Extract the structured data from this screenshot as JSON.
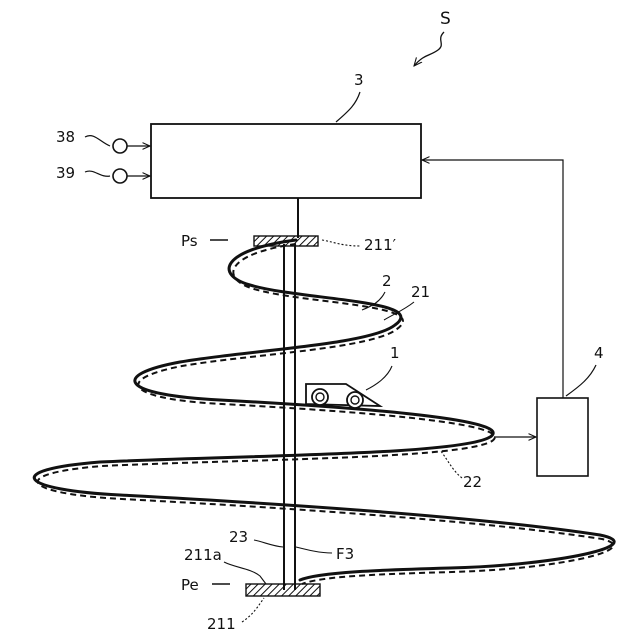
{
  "figure": {
    "labels": {
      "system": "S",
      "controller": "3",
      "input_top": "38",
      "input_bottom": "39",
      "start_pos": "Ps",
      "top_marker": "211′",
      "track_outer": "2",
      "track_inner": "21",
      "vehicle": "1",
      "sensor_box": "4",
      "lower_track": "22",
      "rail": "23",
      "rail_end": "211a",
      "force": "F3",
      "end_pos": "Pe",
      "bottom_marker": "211"
    },
    "colors": {
      "line": "#111111",
      "background": "#ffffff"
    }
  }
}
